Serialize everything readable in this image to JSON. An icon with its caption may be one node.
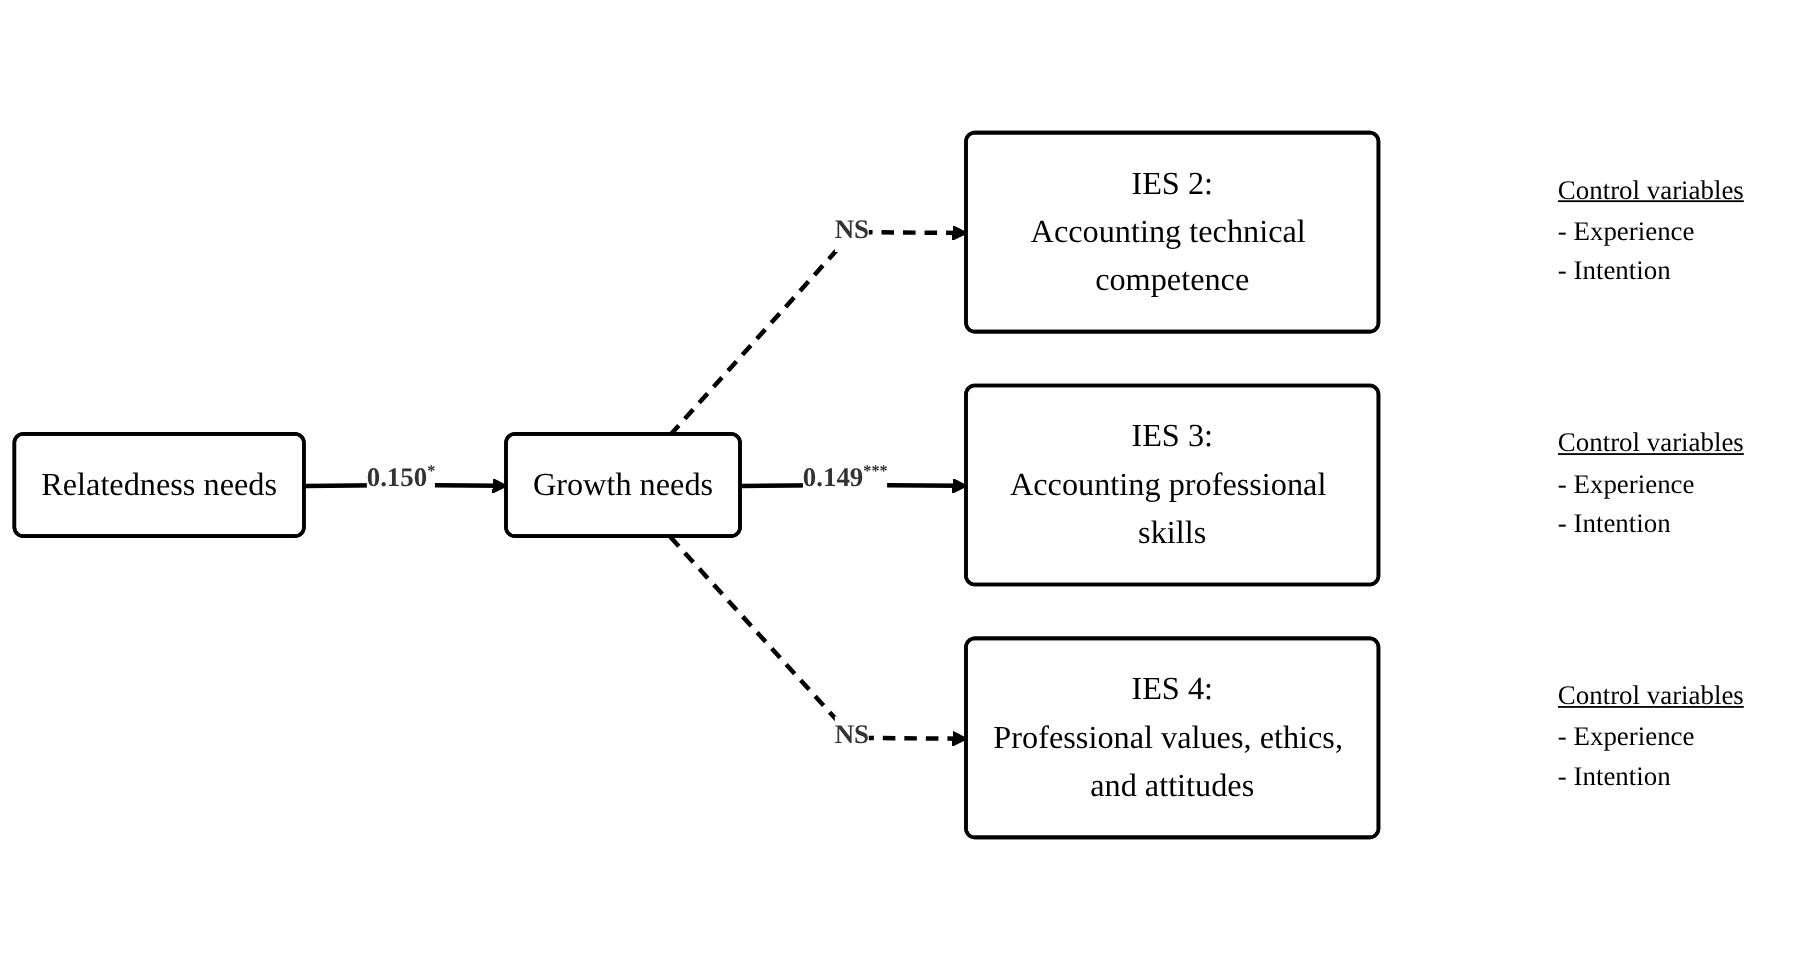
{
  "diagram": {
    "nodes": [
      {
        "text": [
          "Relatedness needs"
        ]
      },
      {
        "text": [
          "Growth needs"
        ]
      },
      {
        "text": [
          "IES 2:",
          "Accounting technical competence"
        ],
        "beside": [
          "Control variables",
          "- Experience",
          "- Intention"
        ]
      },
      {
        "text": [
          "IES 3:",
          "Accounting professional skills"
        ],
        "beside": [
          "Control variables",
          "- Experience",
          "- Intention"
        ]
      },
      {
        "text": [
          "IES 4:",
          "Professional values, ethics, and attitudes"
        ],
        "beside": [
          "Control variables",
          "- Experience",
          "- Intention"
        ]
      }
    ],
    "edges": [
      {
        "from": 0,
        "to": 1,
        "arrow": "to",
        "label": "0.150$^{*}$"
      },
      {
        "from": 1,
        "to": 2,
        "arrow": "to",
        "label": "NS",
        "style": "dashed"
      },
      {
        "from": 1,
        "to": 3,
        "arrow": "to",
        "label": "0.149$^{***}$"
      },
      {
        "from": 1,
        "to": 4,
        "arrow": "to",
        "label": "NS",
        "style": "dashed"
      }
    ]
  }
}
